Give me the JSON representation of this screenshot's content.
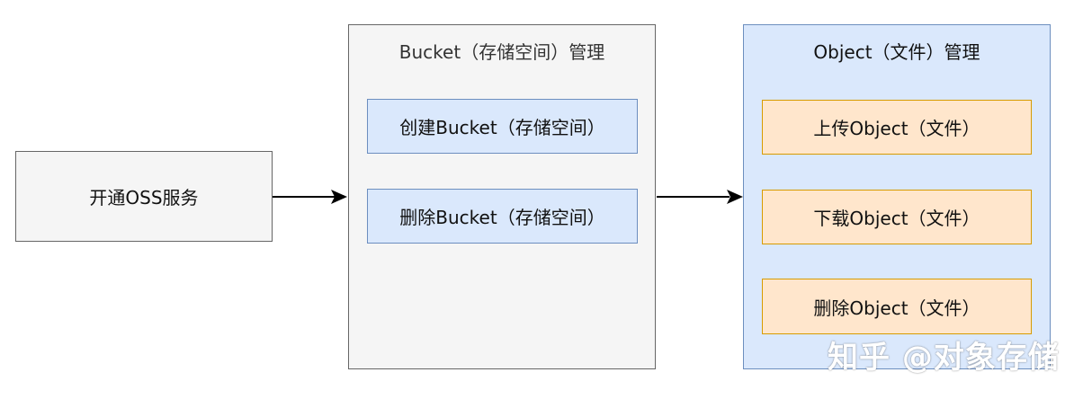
{
  "oss": {
    "label": "开通OSS服务"
  },
  "bucket": {
    "title": "Bucket（存储空间）管理",
    "items": [
      {
        "label": "创建Bucket（存储空间）"
      },
      {
        "label": "删除Bucket（存储空间）"
      }
    ]
  },
  "object": {
    "title": "Object（文件）管理",
    "items": [
      {
        "label": "上传Object（文件）"
      },
      {
        "label": "下载Object（文件）"
      },
      {
        "label": "删除Object（文件）"
      }
    ]
  },
  "watermark": "知乎 @对象存储",
  "colors": {
    "gray_fill": "#f5f5f5",
    "gray_stroke": "#666666",
    "blue_fill": "#dae8fc",
    "blue_stroke": "#6c8ebf",
    "orange_fill": "#ffe6cc",
    "orange_stroke": "#d79b00"
  }
}
